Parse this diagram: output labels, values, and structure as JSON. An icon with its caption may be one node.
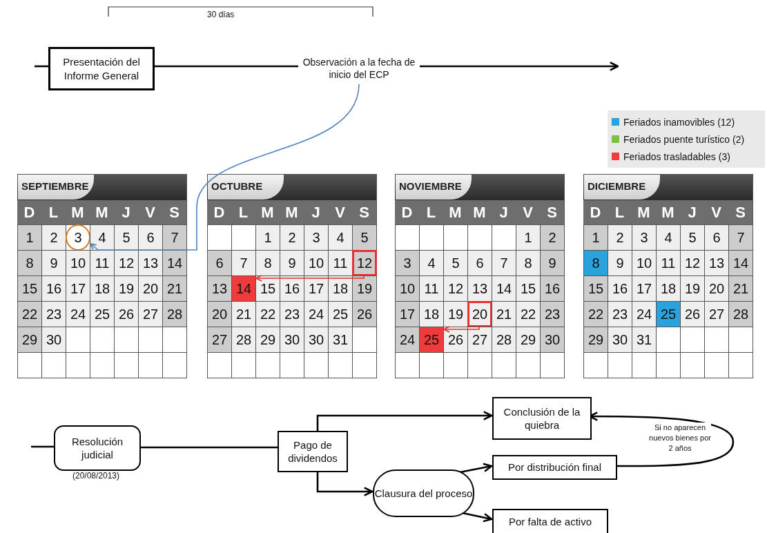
{
  "diagram": {
    "nodes": [
      {
        "text": [
          "Presentación del Informe General"
        ]
      },
      {
        "text": [
          "Observación a la fecha de inicio del ECP"
        ]
      },
      {
        "text": [
          "3"
        ]
      },
      {
        "text": [
          "12"
        ]
      },
      {
        "text": [
          "14"
        ]
      },
      {
        "text": [
          "20"
        ]
      },
      {
        "text": [
          "25"
        ]
      },
      {
        "text": [
          "Resolución judicial"
        ],
        "beside": [
          "(20/08/2013)"
        ]
      },
      {
        "text": [
          "Pago de dividendos"
        ]
      },
      {
        "text": [
          "Conclusión de la quiebra"
        ]
      },
      {
        "text": [
          "Clausura del proceso"
        ]
      },
      {
        "text": [
          "Por distribución final"
        ]
      },
      {
        "text": [
          "Por falta de activo"
        ]
      }
    ],
    "edges": [
      {
        "from": null,
        "to": 0,
        "arrow": "none"
      },
      {
        "from": 0,
        "to": 1,
        "arrow": "none"
      },
      {
        "from": 1,
        "to": null,
        "arrow": "to"
      },
      {
        "from": 1,
        "to": 2,
        "arrow": "to",
        "color": "#4f81bd"
      },
      {
        "from": 3,
        "to": 4,
        "arrow": "to",
        "color": "#e8302f"
      },
      {
        "from": 5,
        "to": 6,
        "arrow": "to",
        "color": "#e8302f"
      },
      {
        "from": null,
        "to": 7,
        "arrow": "none"
      },
      {
        "from": 7,
        "to": 8,
        "arrow": "none"
      },
      {
        "from": 8,
        "to": 9,
        "arrow": "to"
      },
      {
        "from": 8,
        "to": 10,
        "arrow": "to"
      },
      {
        "from": 10,
        "to": 11,
        "arrow": "to"
      },
      {
        "from": 10,
        "to": 12,
        "arrow": "to"
      },
      {
        "from": 11,
        "to": 9,
        "arrow": "to",
        "label": "Si no aparecen nuevos bienes por 2 años"
      }
    ],
    "labels": [
      "30 días",
      "SEPTIEMBRE",
      "D",
      "L",
      "M",
      "M",
      "J",
      "V",
      "S",
      "1",
      "2",
      "4",
      "5",
      "6",
      "7",
      "8",
      "9",
      "10",
      "11",
      "12",
      "13",
      "14",
      "15",
      "16",
      "17",
      "18",
      "19",
      "20",
      "21",
      "22",
      "23",
      "24",
      "25",
      "26",
      "27",
      "28",
      "29",
      "30",
      "OCTUBRE",
      "D",
      "L",
      "M",
      "M",
      "J",
      "V",
      "S",
      "1",
      "2",
      "3",
      "4",
      "5",
      "6",
      "7",
      "8",
      "9",
      "10",
      "11",
      "13",
      "15",
      "16",
      "17",
      "18",
      "19",
      "20",
      "21",
      "22",
      "23",
      "24",
      "25",
      "26",
      "27",
      "28",
      "29",
      "30",
      "30",
      "31",
      "NOVIEMBRE",
      "D",
      "L",
      "M",
      "M",
      "J",
      "V",
      "S",
      "1",
      "2",
      "3",
      "4",
      "5",
      "6",
      "7",
      "8",
      "9",
      "10",
      "11",
      "12",
      "13",
      "14",
      "15",
      "16",
      "17",
      "18",
      "19",
      "21",
      "22",
      "23",
      "24",
      "26",
      "27",
      "28",
      "29",
      "30",
      "DICIEMBRE",
      "D",
      "L",
      "M",
      "M",
      "J",
      "V",
      "S",
      "1",
      "2",
      "3",
      "4",
      "5",
      "6",
      "7",
      "8",
      "9",
      "10",
      "11",
      "12",
      "13",
      "14",
      "15",
      "16",
      "17",
      "18",
      "19",
      "20",
      "21",
      "22",
      "23",
      "24",
      "25",
      "26",
      "27",
      "28",
      "29",
      "30",
      "31"
    ],
    "legend": [
      {
        "text": "Feriados inamovibles (12)",
        "color": "#2aa3dc"
      },
      {
        "text": "Feriados puente turístico (2)",
        "color": "#7dc142"
      },
      {
        "text": "Feriados trasladables (3)",
        "color": "#ef3b3b"
      }
    ]
  }
}
